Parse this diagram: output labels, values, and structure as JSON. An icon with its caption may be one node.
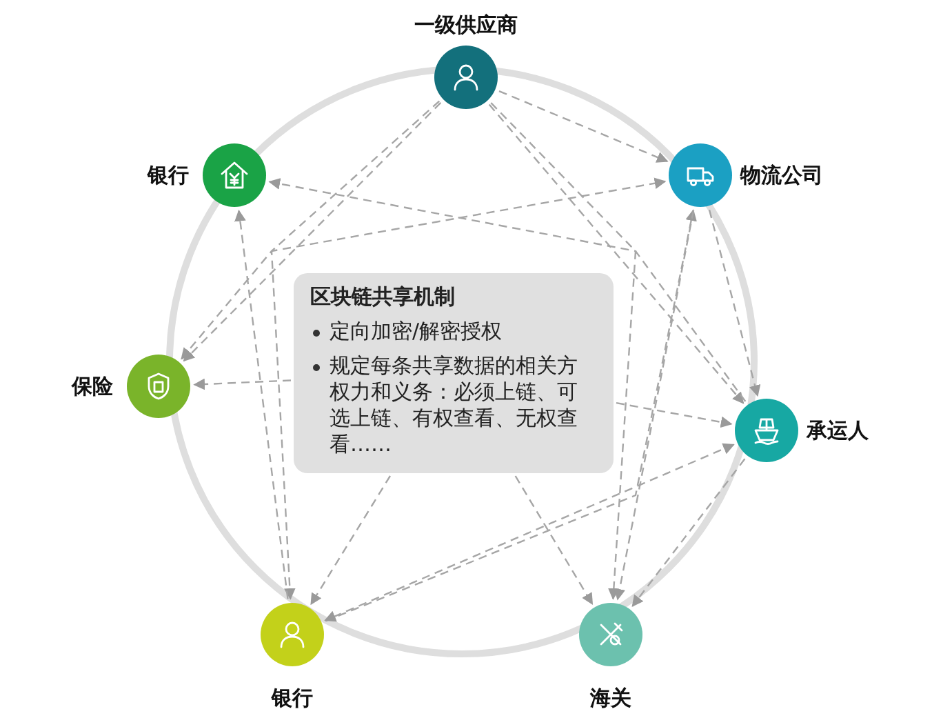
{
  "diagram": {
    "nodes": [
      {
        "text": [
          "一级供应商"
        ]
      },
      {
        "text": [
          "银行"
        ]
      },
      {
        "text": [
          "物流公司"
        ]
      },
      {
        "text": [
          "保险"
        ]
      },
      {
        "text": [
          "承运人"
        ]
      },
      {
        "text": [
          "银行"
        ]
      },
      {
        "text": [
          "海关"
        ]
      },
      {
        "text": [
          "区块链共享机制",
          "定向加密/解密授权",
          "规定每条共享数据的相关方权力和义务：必须上链、可选上链、有权查看、无权查看……"
        ]
      }
    ],
    "edges": [
      {
        "from": 0,
        "to": 2,
        "arrow": "to",
        "style": "dashed"
      },
      {
        "from": 0,
        "to": 3,
        "arrow": "to",
        "style": "dashed"
      },
      {
        "from": 0,
        "to": 4,
        "arrow": "to",
        "style": "dashed"
      },
      {
        "from": 0,
        "to": 5,
        "arrow": "to",
        "style": "dashed"
      },
      {
        "from": 0,
        "to": 6,
        "arrow": "to",
        "style": "dashed"
      },
      {
        "from": 4,
        "to": 1,
        "arrow": "to",
        "style": "dashed"
      },
      {
        "from": 5,
        "to": 1,
        "arrow": "to",
        "style": "dashed"
      },
      {
        "from": 3,
        "to": 2,
        "arrow": "both",
        "style": "dashed"
      },
      {
        "from": 5,
        "to": 2,
        "arrow": "to",
        "style": "dashed"
      },
      {
        "from": 2,
        "to": 4,
        "arrow": "to",
        "style": "dashed"
      },
      {
        "from": 2,
        "to": 6,
        "arrow": "to",
        "style": "dashed"
      },
      {
        "from": 4,
        "to": 6,
        "arrow": "to",
        "style": "dashed"
      },
      {
        "from": 4,
        "to": 5,
        "arrow": "both",
        "style": "dashed"
      },
      {
        "from": 7,
        "to": 3,
        "arrow": "to",
        "style": "dashed"
      },
      {
        "from": 7,
        "to": 4,
        "arrow": "to",
        "style": "dashed"
      },
      {
        "from": 7,
        "to": 5,
        "arrow": "to",
        "style": "dashed"
      },
      {
        "from": 7,
        "to": 6,
        "arrow": "to",
        "style": "dashed"
      }
    ]
  }
}
